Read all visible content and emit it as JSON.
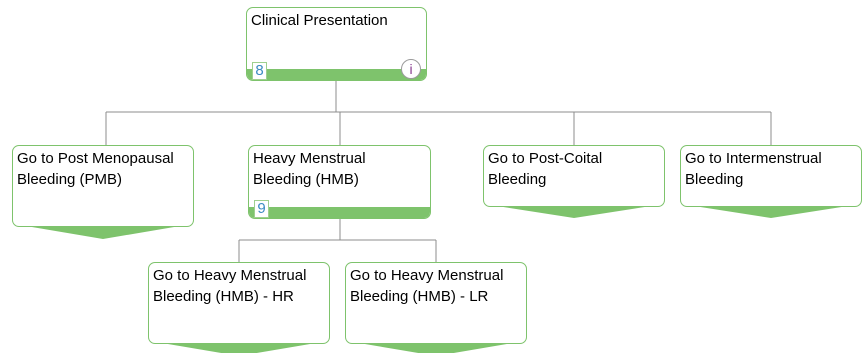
{
  "nodes": {
    "root": {
      "label": "Clinical Presentation",
      "badge": "8",
      "info_icon": "i"
    },
    "pmb": {
      "label": "Go to Post Menopausal Bleeding (PMB)"
    },
    "hmb": {
      "label": "Heavy Menstrual Bleeding (HMB)",
      "badge": "9"
    },
    "post_coital": {
      "label": "Go to Post-Coital Bleeding"
    },
    "intermenstrual": {
      "label": "Go to Intermenstrual Bleeding"
    },
    "hmb_hr": {
      "label": "Go to Heavy Menstrual Bleeding (HMB) - HR"
    },
    "hmb_lr": {
      "label": "Go to Heavy Menstrual Bleeding (HMB) - LR"
    }
  },
  "colors": {
    "node_border": "#7ec36c",
    "node_bar": "#7ec36c",
    "connector": "#8c8c8c",
    "badge_text": "#3c8bc2",
    "info_text": "#8a3b8f"
  }
}
